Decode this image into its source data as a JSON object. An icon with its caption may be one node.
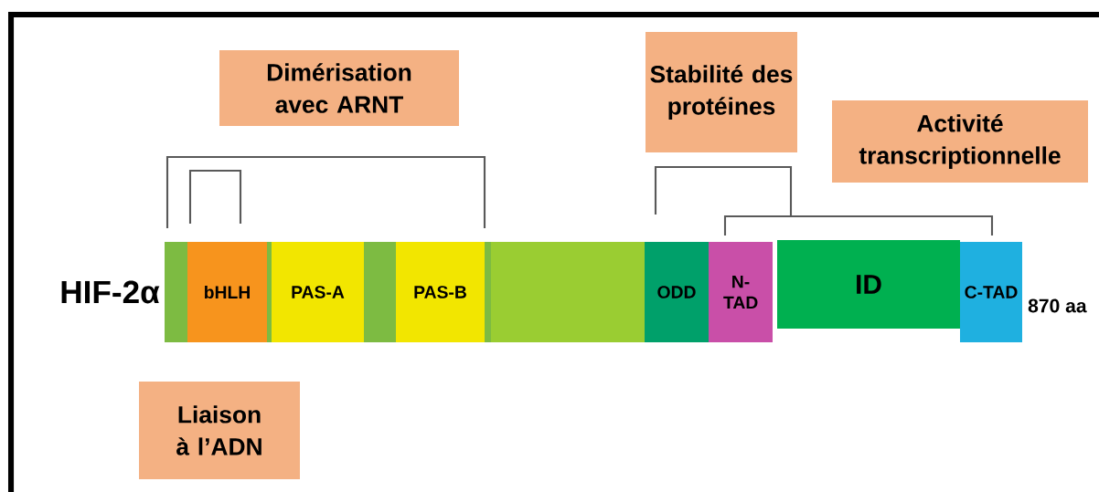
{
  "diagram": {
    "nodes": [
      {
        "text": [
          "Dimérisation avec ARNT"
        ]
      },
      {
        "text": [
          "Stabilité des protéines"
        ]
      },
      {
        "text": [
          "Activité transcriptionnelle"
        ]
      },
      {
        "text": [],
        "shape": "bar"
      },
      {
        "text": [
          "bHLH"
        ],
        "in": 3
      },
      {
        "text": [
          "PAS-A"
        ],
        "in": 3
      },
      {
        "text": [
          "PAS-B"
        ],
        "in": 3
      },
      {
        "text": [],
        "shape": "bar"
      },
      {
        "text": [
          "ODD"
        ]
      },
      {
        "text": [
          "N-TAD"
        ]
      },
      {
        "text": [
          "ID"
        ]
      },
      {
        "text": [
          "C-TAD"
        ]
      },
      {
        "text": [
          "Liaison à l’ADN"
        ]
      }
    ],
    "labels": [
      "HIF-2α",
      "870 aa"
    ]
  }
}
